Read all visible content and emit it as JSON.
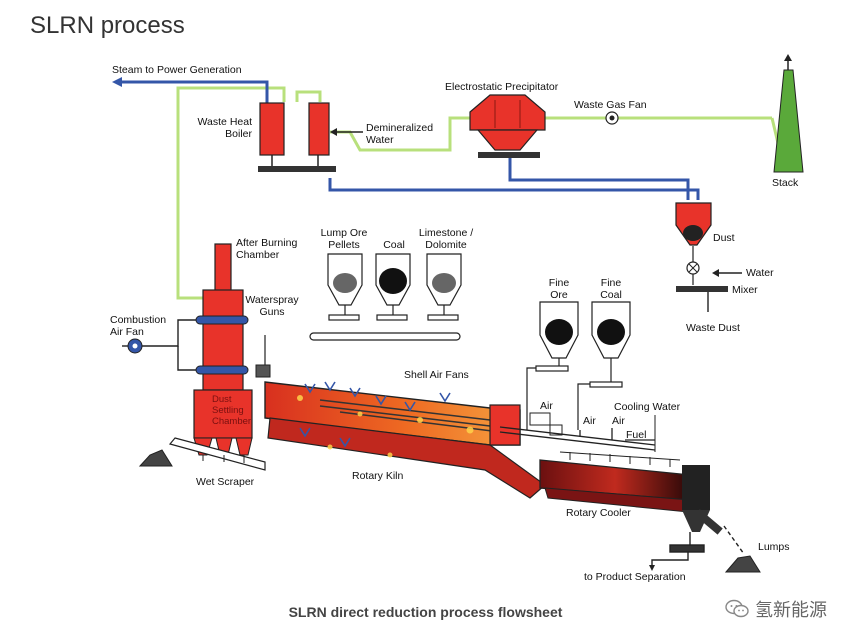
{
  "title": "SLRN process",
  "caption": "SLRN direct reduction process flowsheet",
  "watermark": "氢新能源",
  "colors": {
    "vessel_red": "#e8332a",
    "steam_blue": "#3456a8",
    "gas_green": "#b8e07c",
    "dust_black": "#222222"
  },
  "labels": {
    "steam_to_power": "Steam to Power Generation",
    "waste_heat_boiler": [
      "Waste Heat",
      "Boiler"
    ],
    "demineralized_water": [
      "Demineralized",
      "Water"
    ],
    "electrostatic_precipitator": "Electrostatic Precipitator",
    "waste_gas_fan": "Waste Gas Fan",
    "stack": "Stack",
    "dust": "Dust",
    "water": "Water",
    "mixer": "Mixer",
    "waste_dust": "Waste Dust",
    "after_burning_chamber": [
      "After Burning",
      "Chamber"
    ],
    "lump_ore_pellets": [
      "Lump Ore",
      "Pellets"
    ],
    "coal": "Coal",
    "limestone_dolomite": [
      "Limestone /",
      "Dolomite"
    ],
    "waterspray_guns": [
      "Waterspray",
      "Guns"
    ],
    "combustion_air_fan": [
      "Combustion",
      "Air Fan"
    ],
    "fine_ore": [
      "Fine",
      "Ore"
    ],
    "fine_coal": [
      "Fine",
      "Coal"
    ],
    "shell_air_fans": "Shell Air Fans",
    "cooling_water": "Cooling Water",
    "air_1": "Air",
    "air_2": "Air",
    "air_3": "Air",
    "fuel": "Fuel",
    "dust_settling_chamber": [
      "Dust",
      "Settling",
      "Chamber"
    ],
    "wet_scraper": "Wet Scraper",
    "rotary_kiln": "Rotary Kiln",
    "rotary_cooler": "Rotary Cooler",
    "lumps": "Lumps",
    "to_product_separation": "to Product Separation"
  }
}
